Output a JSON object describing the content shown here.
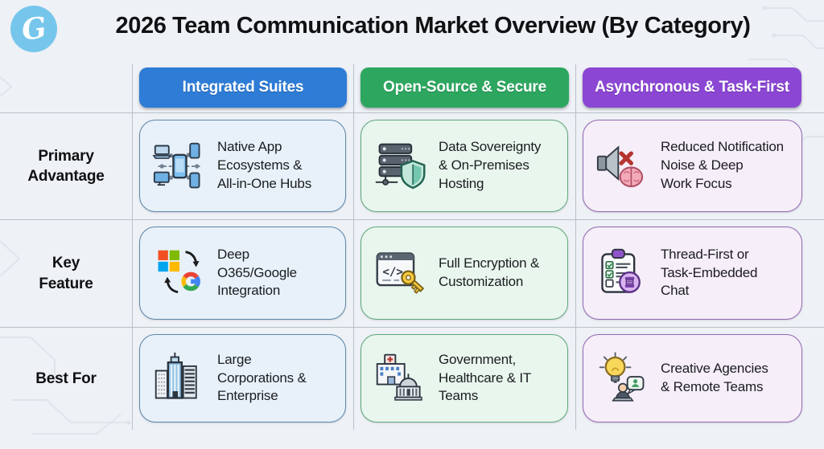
{
  "header": {
    "logo": {
      "icon": "brand-script-logo",
      "letter": "G",
      "bg_color": "#76c6ec"
    },
    "title": "2026 Team Communication Market Overview (By Category)"
  },
  "table": {
    "columns": [
      {
        "label": "Integrated Suites",
        "header_color": "#2e7cd6",
        "card_bg": "#e8f1fa",
        "card_border": "#5d87ab"
      },
      {
        "label": "Open-Source & Secure",
        "header_color": "#2da75f",
        "card_bg": "#e9f6ee",
        "card_border": "#5fa87b"
      },
      {
        "label": "Asynchronous & Task-First",
        "header_color": "#8b46d3",
        "card_bg": "#f6eef9",
        "card_border": "#9468b3"
      }
    ],
    "rows": [
      {
        "label": "Primary\nAdvantage",
        "cells": [
          {
            "icon": "device-network-icon",
            "text": "Native App\nEcosystems &\nAll-in-One Hubs"
          },
          {
            "icon": "server-shield-icon",
            "text": "Data Sovereignty\n& On-Premises\nHosting"
          },
          {
            "icon": "muted-speaker-brain-icon",
            "text": "Reduced Notification\nNoise & Deep\nWork Focus"
          }
        ]
      },
      {
        "label": "Key\nFeature",
        "cells": [
          {
            "icon": "microsoft-google-sync-icon",
            "text": "Deep\nO365/Google\nIntegration"
          },
          {
            "icon": "code-window-key-icon",
            "text": "Full Encryption &\nCustomization"
          },
          {
            "icon": "clipboard-thread-icon",
            "text": "Thread-First or\nTask-Embedded\nChat"
          }
        ]
      },
      {
        "label": "Best For",
        "cells": [
          {
            "icon": "corporate-buildings-icon",
            "text": "Large\nCorporations &\nEnterprise"
          },
          {
            "icon": "government-healthcare-icon",
            "text": "Government,\nHealthcare & IT\nTeams"
          },
          {
            "icon": "idea-remote-team-icon",
            "text": "Creative Agencies\n& Remote Teams"
          }
        ]
      }
    ]
  }
}
